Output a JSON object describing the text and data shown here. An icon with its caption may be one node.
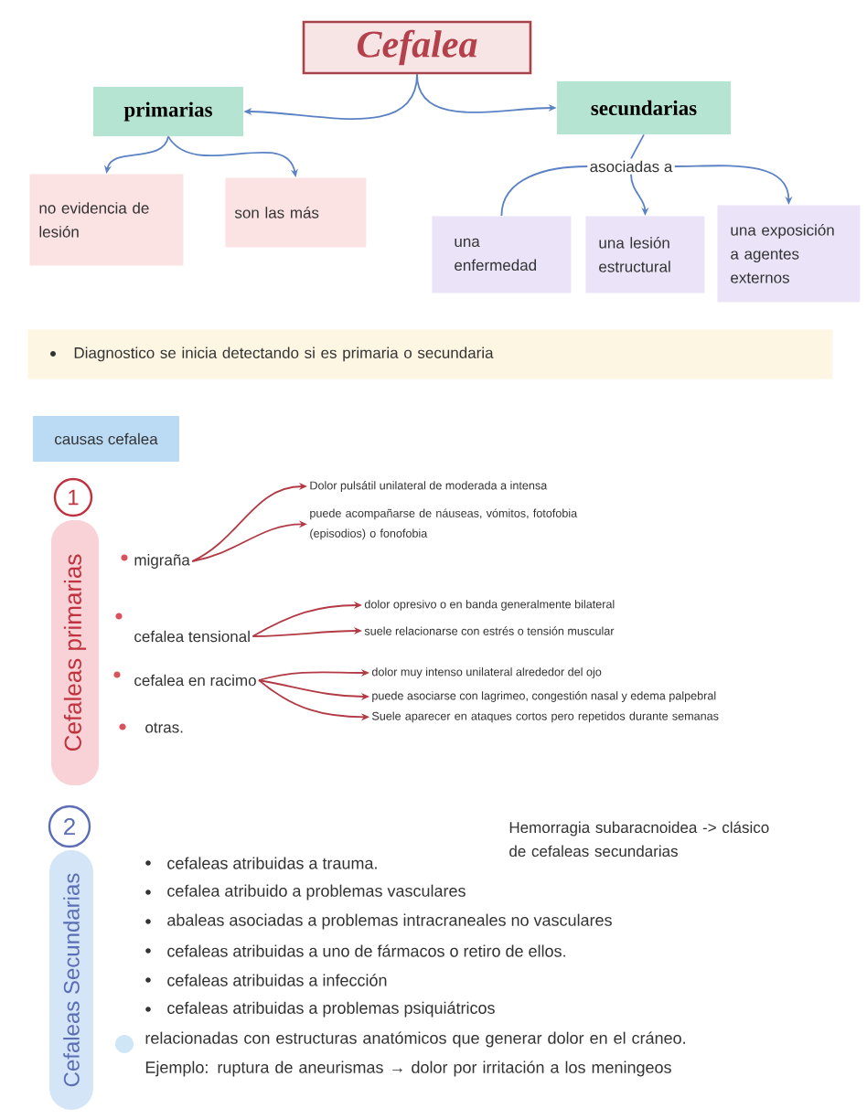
{
  "diagram": {
    "nodes": [
      {
        "text": [
          "Cefalea"
        ]
      },
      {
        "text": [
          "primarias"
        ]
      },
      {
        "text": [
          "secundarias"
        ]
      },
      {
        "text": [
          "no evidencia de lesión"
        ]
      },
      {
        "text": [
          "son las más"
        ]
      },
      {
        "text": [
          "asociadas a"
        ]
      },
      {
        "text": [
          "una enfermedad"
        ]
      },
      {
        "text": [
          "una lesión estructural"
        ]
      },
      {
        "text": [
          "una exposición a agentes externos"
        ]
      },
      {
        "text": [
          "Diagnostico se inicia detectando si es primaria o secundaria"
        ]
      },
      {
        "text": [
          "causas cefalea"
        ]
      },
      {
        "text": [
          "1"
        ]
      },
      {
        "text": [
          "Cefaleas primarias"
        ]
      },
      {
        "text": [
          "migraña"
        ]
      },
      {
        "text": [
          "Dolor pulsátil unilateral de moderada a intensa"
        ]
      },
      {
        "text": [
          "puede acompañarse de náuseas, vómitos, fotofobia (episodios) o fonofobia"
        ]
      },
      {
        "text": [
          "cefalea tensional"
        ]
      },
      {
        "text": [
          "dolor opresivo o en banda generalmente bilateral"
        ]
      },
      {
        "text": [
          "suele relacionarse con estrés o tensión muscular"
        ]
      },
      {
        "text": [
          "cefalea en racimo"
        ]
      },
      {
        "text": [
          "dolor muy intenso unilateral alrededor del ojo"
        ]
      },
      {
        "text": [
          "puede asociarse con lagrimeo, congestión nasal y edema palpebral"
        ]
      },
      {
        "text": [
          "Suele aparecer en ataques cortos pero repetidos durante semanas"
        ]
      },
      {
        "text": [
          "2"
        ]
      },
      {
        "text": [
          "Cefaleas Secundarias"
        ]
      }
    ],
    "edges": [
      {
        "from": 0,
        "to": 1,
        "arrow": "to"
      },
      {
        "from": 0,
        "to": 2,
        "arrow": "to"
      },
      {
        "from": 1,
        "to": 3,
        "arrow": "to"
      },
      {
        "from": 1,
        "to": 4,
        "arrow": "to"
      },
      {
        "from": 2,
        "to": 5,
        "arrow": "none"
      },
      {
        "from": 5,
        "to": 6,
        "arrow": "none"
      },
      {
        "from": 5,
        "to": 7,
        "arrow": "to"
      },
      {
        "from": 5,
        "to": 8,
        "arrow": "to"
      },
      {
        "from": 13,
        "to": 14,
        "arrow": "to",
        "color": "#b23a44"
      },
      {
        "from": 13,
        "to": 15,
        "arrow": "to",
        "color": "#b23a44"
      },
      {
        "from": 16,
        "to": 17,
        "arrow": "to",
        "color": "#b23a44"
      },
      {
        "from": 16,
        "to": 18,
        "arrow": "to",
        "color": "#b23a44"
      },
      {
        "from": 19,
        "to": 20,
        "arrow": "to",
        "color": "#b23a44"
      },
      {
        "from": 19,
        "to": 21,
        "arrow": "to",
        "color": "#b23a44"
      },
      {
        "from": 19,
        "to": 22,
        "arrow": "to",
        "color": "#b23a44"
      }
    ],
    "labels": [
      "otras.",
      "Hemorragia subaracnoidea -> clásico de cefaleas secundarias",
      "cefaleas atribuidas a trauma.",
      "cefalea atribuido a problemas vasculares",
      "abaleas asociadas a problemas intracraneales no vasculares",
      "cefaleas atribuidas a uno de fármacos o retiro de ellos.",
      "cefaleas atribuidas a infección",
      "cefaleas atribuidas a problemas psiquiátricos",
      "relacionadas con estructuras anatómicos que generar dolor en el cráneo. Ejemplo: ruptura de aneurismas → dolor por irritación a los meningeos"
    ]
  }
}
